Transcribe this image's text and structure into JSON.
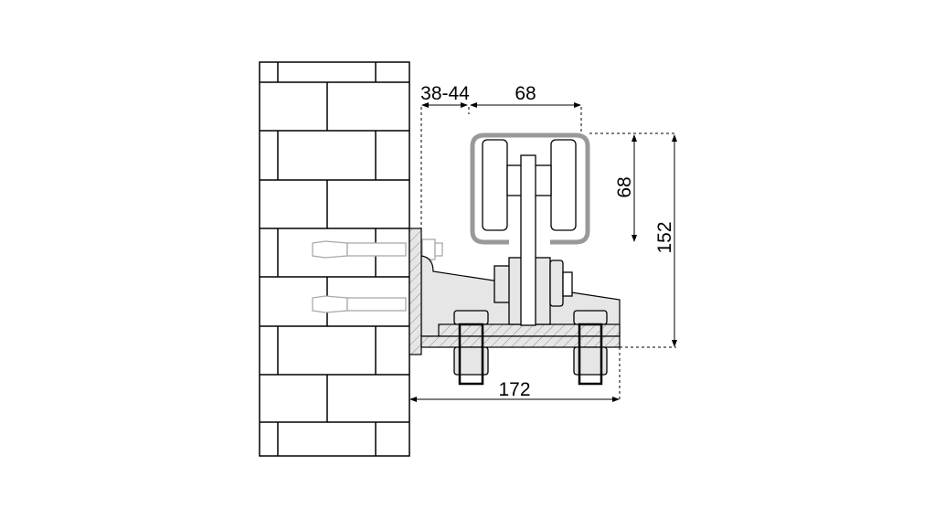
{
  "drawing": {
    "dimensions": {
      "wall_offset": "38-44",
      "channel_width": "68",
      "channel_height": "68",
      "total_height": "152",
      "bracket_length": "172"
    }
  },
  "colors": {
    "line": "#000000",
    "channel": "#999999",
    "bracket_fill": "#e6e6e6",
    "anchor": "#aaaaaa"
  }
}
